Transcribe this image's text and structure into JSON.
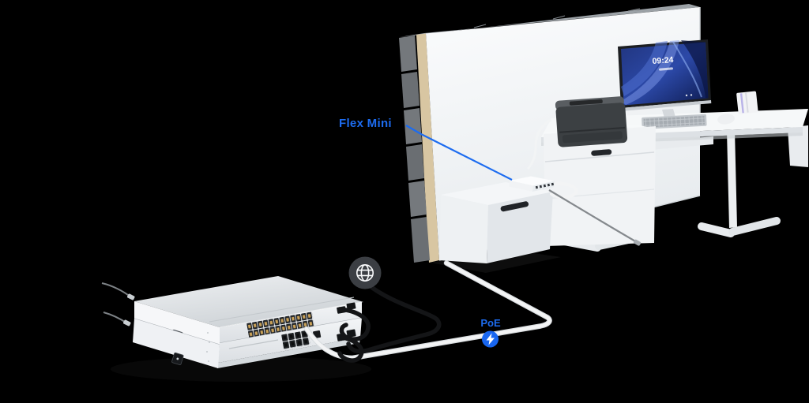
{
  "background": "#000000",
  "callout": {
    "flex_mini_label": "Flex Mini"
  },
  "poe": {
    "label": "PoE",
    "icon": "lightning-bolt-icon"
  },
  "internet": {
    "icon": "globe-icon"
  },
  "monitor": {
    "lock_screen_time": "09:24"
  },
  "colors": {
    "accent_blue": "#1d6cf0",
    "poe_badge_blue": "#1866f0",
    "globe_circle": "#3b3e43",
    "cable_black": "#141517",
    "cable_white": "#f3f4f5",
    "wall_white": "#f7f9fa",
    "device_silver": "#e4e7ea"
  }
}
